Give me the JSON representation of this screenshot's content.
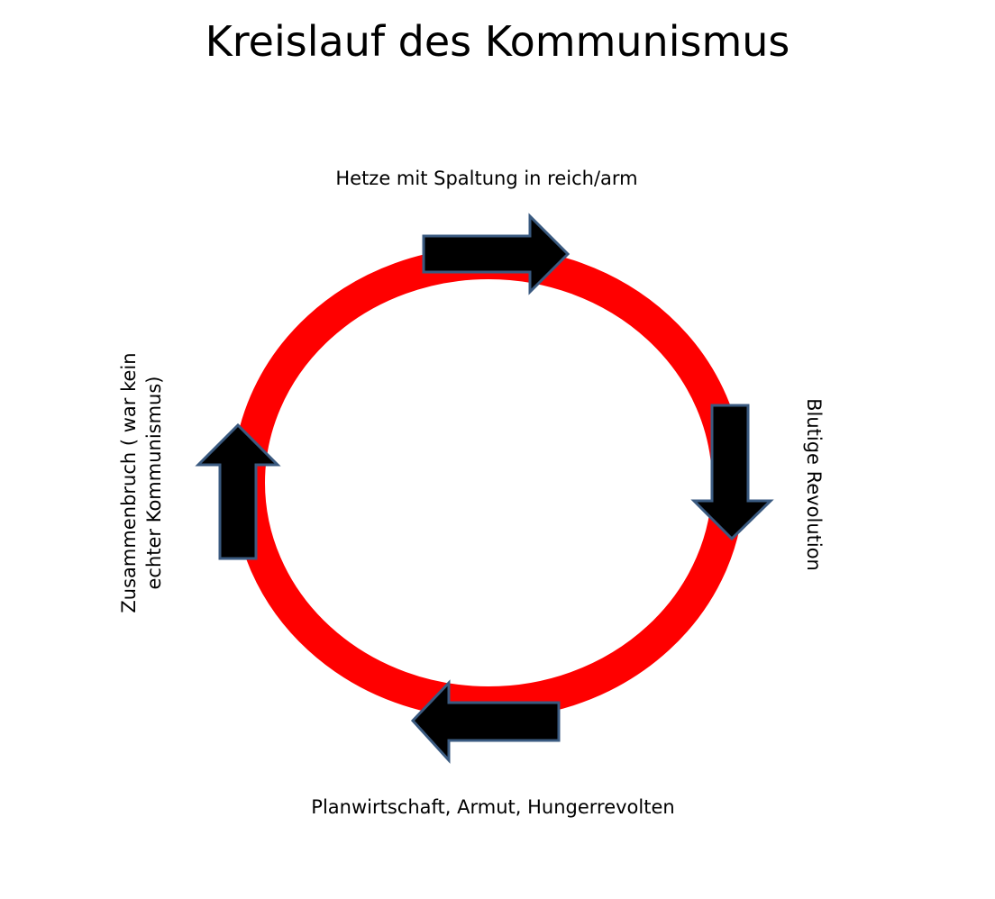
{
  "title": "Kreislauf des Kommunismus",
  "stages": {
    "top": "Hetze mit Spaltung in reich/arm",
    "right": "Blutige Revolution",
    "bottom": "Planwirtschaft, Armut, Hungerrevolten",
    "left_line1": "Zusammenbruch ( war kein",
    "left_line2": "echter Kommunismus)"
  },
  "colors": {
    "cycle": "#ff0000",
    "arrow_fill": "#000000",
    "arrow_outline": "#3a5a80"
  }
}
